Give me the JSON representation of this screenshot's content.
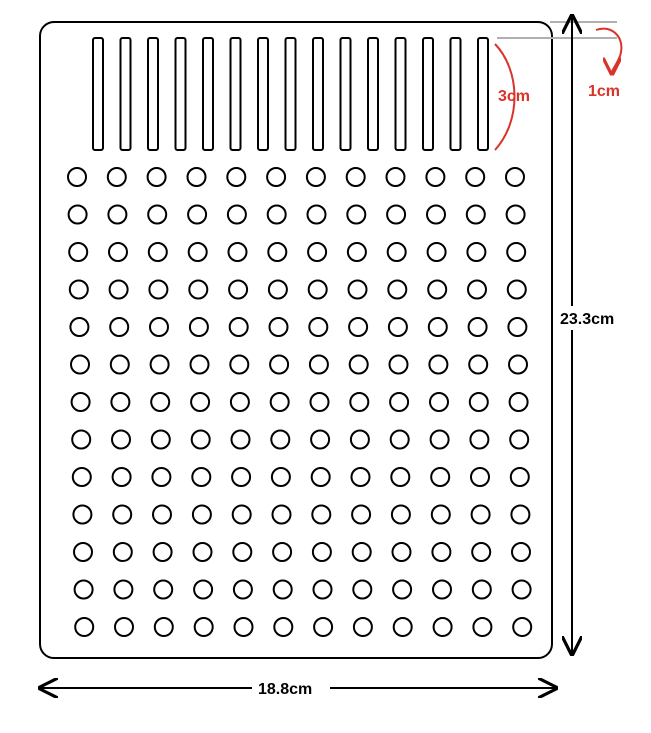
{
  "labels": {
    "slot_length": "3cm",
    "top_margin": "1cm",
    "height": "23.3cm",
    "width": "18.8cm"
  },
  "grid": {
    "slot_count": 15,
    "hole_rows": 13,
    "hole_cols": 12
  },
  "colors": {
    "outline": "#000000",
    "annotation": "#d9342b",
    "guide": "#b0b0b0",
    "background": "#ffffff"
  }
}
